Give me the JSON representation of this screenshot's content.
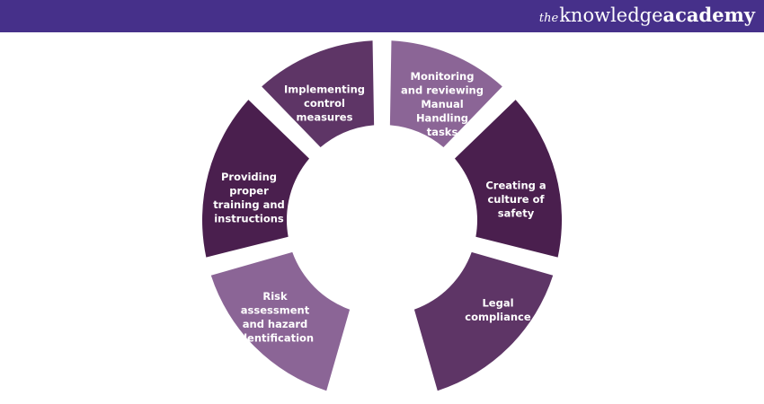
{
  "brand": {
    "prefix": "the",
    "knowledge": "knowledge",
    "academy": "academy"
  },
  "colors": {
    "header": "#46308a",
    "dark": "#4a1f4e",
    "medium": "#5e3566",
    "light": "#8b6596"
  },
  "segments": [
    {
      "id": "monitoring",
      "lines": [
        "Monitoring",
        "and reviewing",
        "Manual",
        "Handling",
        "tasks"
      ],
      "color": "#8b6596"
    },
    {
      "id": "culture",
      "lines": [
        "Creating a",
        "culture of",
        "safety"
      ],
      "color": "#4a1f4e"
    },
    {
      "id": "legal",
      "lines": [
        "Legal",
        "compliance"
      ],
      "color": "#5e3566"
    },
    {
      "id": "risk",
      "lines": [
        "Risk",
        "assessment",
        "and hazard",
        "identification"
      ],
      "color": "#8b6596"
    },
    {
      "id": "training",
      "lines": [
        "Providing",
        "proper",
        "training and",
        "instructions"
      ],
      "color": "#4a1f4e"
    },
    {
      "id": "implementing",
      "lines": [
        "Implementing",
        "control",
        "measures"
      ],
      "color": "#5e3566"
    }
  ]
}
